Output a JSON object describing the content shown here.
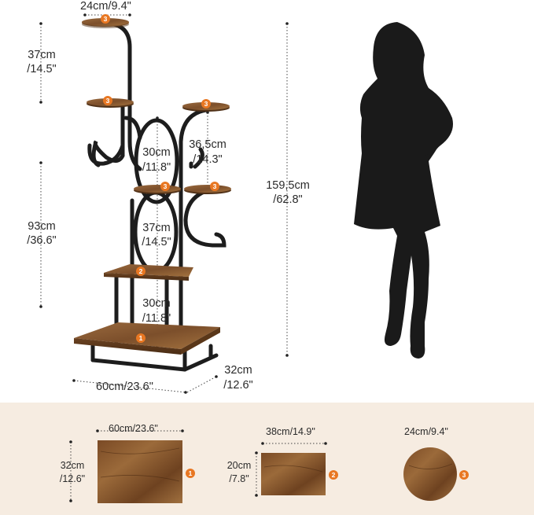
{
  "stand": {
    "top_width": "24cm/9.4\"",
    "top_height_cm": "37cm",
    "top_height_in": "/14.5\"",
    "lower_height_cm": "93cm",
    "lower_height_in": "/36.6\"",
    "gap_a_cm": "30cm",
    "gap_a_in": "/11.8\"",
    "gap_b_cm": "36,5cm",
    "gap_b_in": "/14.3\"",
    "gap_c_cm": "37cm",
    "gap_c_in": "/14.5\"",
    "gap_d_cm": "30cm",
    "gap_d_in": "/11.8\"",
    "total_height_cm": "159,5cm",
    "total_height_in": "/62.8\"",
    "base_width": "60cm/23.6\"",
    "base_depth_cm": "32cm",
    "base_depth_in": "/12.6\"",
    "tier_labels": [
      "3",
      "3",
      "3",
      "3",
      "3",
      "2",
      "1"
    ]
  },
  "shelves": [
    {
      "number": "1",
      "width": "60cm/23.6\"",
      "depth_cm": "32cm",
      "depth_in": "/12.6\""
    },
    {
      "number": "2",
      "width": "38cm/14.9\"",
      "depth_cm": "20cm",
      "depth_in": "/7.8\""
    },
    {
      "number": "3",
      "diameter": "24cm/9.4\""
    }
  ],
  "colors": {
    "accent": "#e87722",
    "wood": "#8a5a33",
    "frame": "#1d1d1d",
    "panel": "#f6ece1"
  }
}
